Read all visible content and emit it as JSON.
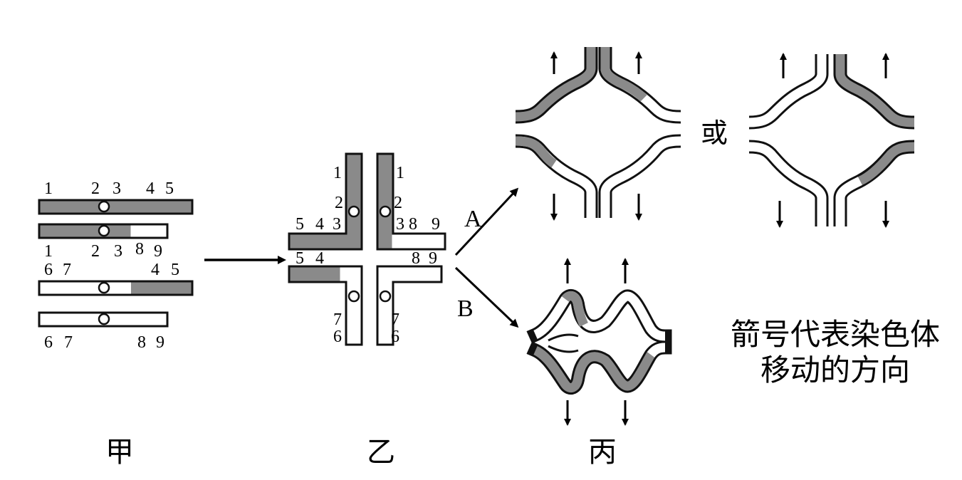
{
  "labels": {
    "jia": "甲",
    "yi": "乙",
    "bing": "丙",
    "or": "或",
    "path_a": "A",
    "path_b": "B"
  },
  "note": {
    "line1": "箭号代表染色体",
    "line2": "移动的方向"
  },
  "jia_numbers": {
    "r1": [
      "1",
      "2",
      "3",
      "4",
      "5"
    ],
    "r2": [
      "1",
      "2",
      "3",
      "8",
      "9"
    ],
    "r3": [
      "6",
      "7",
      "4",
      "5"
    ],
    "r4": [
      "6",
      "7",
      "8",
      "9"
    ]
  },
  "yi_numbers": {
    "left": [
      "1",
      "2",
      "5",
      "4",
      "3",
      "5",
      "4",
      "7",
      "6"
    ],
    "right": [
      "1",
      "2",
      "3",
      "8",
      "9",
      "8",
      "9",
      "7",
      "6"
    ]
  },
  "colors": {
    "shaded": "#8a8a8a",
    "outline": "#111111"
  }
}
